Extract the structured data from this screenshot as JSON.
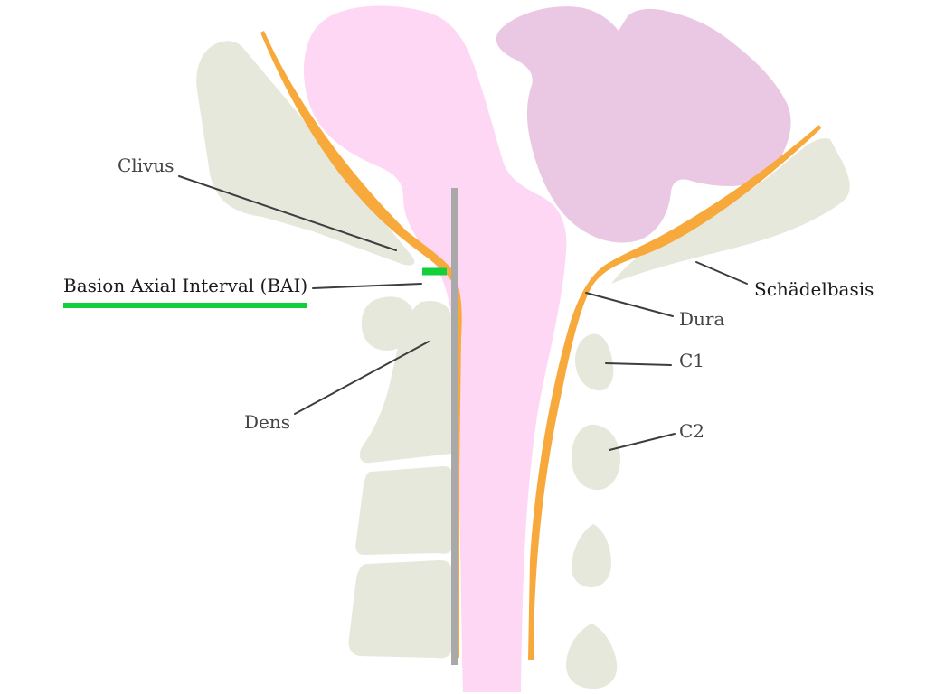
{
  "labels": {
    "clivus": "Clivus",
    "bai": "Basion Axial Interval (BAI)",
    "dens": "Dens",
    "schaedelbasis": "Schädelbasis",
    "dura": "Dura",
    "c1": "C1",
    "c2": "C2"
  },
  "colors": {
    "bone": "#e6e8dc",
    "dura": "#f7a93b",
    "brainstem": "#fdd7f4",
    "cerebellum": "#eac8e4",
    "reference_line": "#a9a9a9",
    "highlight": "#12cf3c",
    "leader_line": "#3d3d3d",
    "text": "#444444"
  }
}
